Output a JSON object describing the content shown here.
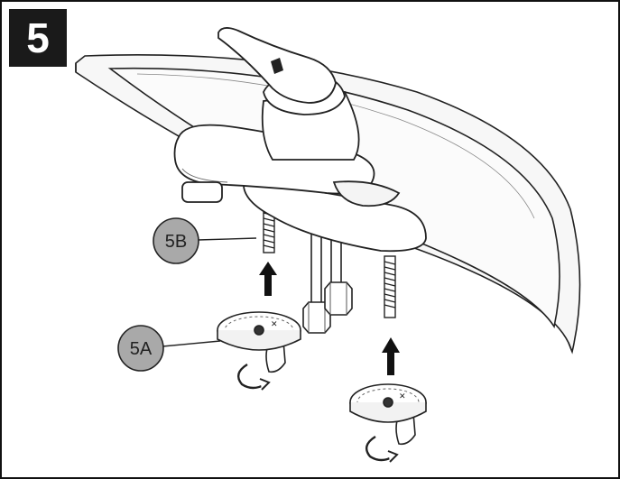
{
  "step": {
    "number": "5"
  },
  "callouts": {
    "a": {
      "label": "5A"
    },
    "b": {
      "label": "5B"
    }
  },
  "colors": {
    "line": "#222222",
    "callout_fill": "#a9a9a9",
    "badge": "#1a1a1a",
    "sink": "#f7f7f7"
  }
}
